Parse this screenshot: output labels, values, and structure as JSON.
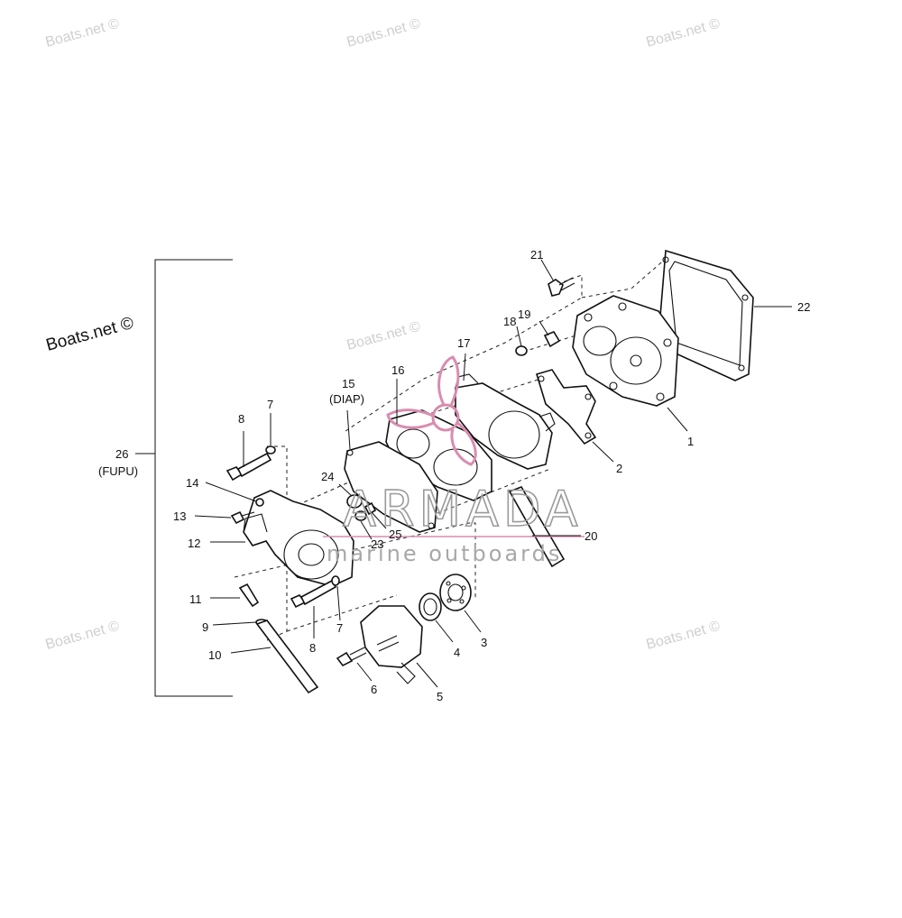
{
  "watermarks": {
    "site_small": "Boats.net ©",
    "site_large": "Boats.net ©"
  },
  "brand": {
    "name": "ARMADA",
    "tagline": "marine outboards",
    "accent_color": "#d98cb0"
  },
  "callouts": {
    "c1": "1",
    "c2": "2",
    "c3": "3",
    "c4": "4",
    "c5": "5",
    "c6": "6",
    "c7a": "7",
    "c7b": "7",
    "c8a": "8",
    "c8b": "8",
    "c9": "9",
    "c10": "10",
    "c11": "11",
    "c12": "12",
    "c13": "13",
    "c14": "14",
    "c15": "15",
    "c15_sub": "(DIAP)",
    "c16": "16",
    "c17": "17",
    "c18": "18",
    "c19": "19",
    "c20": "20",
    "c21": "21",
    "c22": "22",
    "c23": "23",
    "c24": "24",
    "c25": "25",
    "c26": "26",
    "c26_sub": "(FUPU)"
  }
}
